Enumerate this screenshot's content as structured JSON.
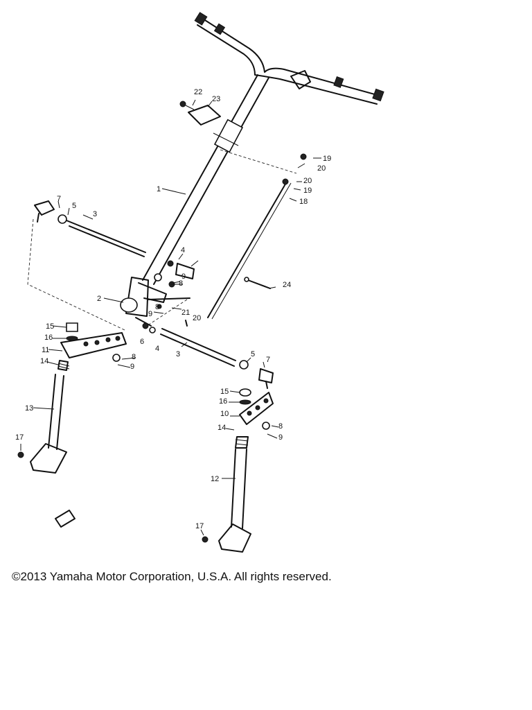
{
  "footer": {
    "copyright": "©2013 Yamaha Motor Corporation, U.S.A. All rights reserved."
  },
  "diagram": {
    "callouts": {
      "p1": "1",
      "p2": "2",
      "p3a": "3",
      "p3b": "3",
      "p4a": "4",
      "p4b": "4",
      "p5a": "5",
      "p5b": "5",
      "p6": "6",
      "p7a": "7",
      "p7b": "7",
      "p8a": "8",
      "p8b": "8",
      "p8c": "8",
      "p8d": "8",
      "p9a": "9",
      "p9b": "9",
      "p9c": "9",
      "p9d": "9",
      "p10": "10",
      "p11": "11",
      "p12": "12",
      "p13": "13",
      "p14a": "14",
      "p14b": "14",
      "p15a": "15",
      "p15b": "15",
      "p16a": "16",
      "p16b": "16",
      "p17a": "17",
      "p17b": "17",
      "p18": "18",
      "p19a": "19",
      "p19b": "19",
      "p20a": "20",
      "p20b": "20",
      "p20c": "20",
      "p21": "21",
      "p22": "22",
      "p23": "23",
      "p24": "24"
    }
  }
}
